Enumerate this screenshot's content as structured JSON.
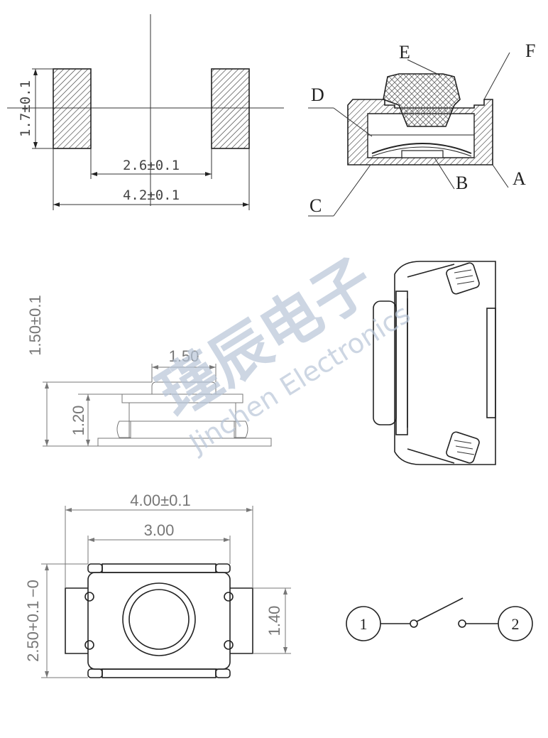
{
  "footprint": {
    "pad_height": "1.7±0.1",
    "inner_span": "2.6±0.1",
    "outer_span": "4.2±0.1"
  },
  "cross_section": {
    "labels": [
      "A",
      "B",
      "C",
      "D",
      "E",
      "F"
    ]
  },
  "side_view": {
    "total_height": "1.50±0.1",
    "actuator_width": "1.50",
    "body_height": "1.20"
  },
  "top_view": {
    "length": "4.00±0.1",
    "body_length": "3.00",
    "width": "2.50+0.1 −0",
    "terminal_width": "1.40"
  },
  "schematic": {
    "pin1": "1",
    "pin2": "2"
  },
  "watermark": {
    "chinese": "瑾辰电子",
    "english": "Jinchen Electronics"
  }
}
